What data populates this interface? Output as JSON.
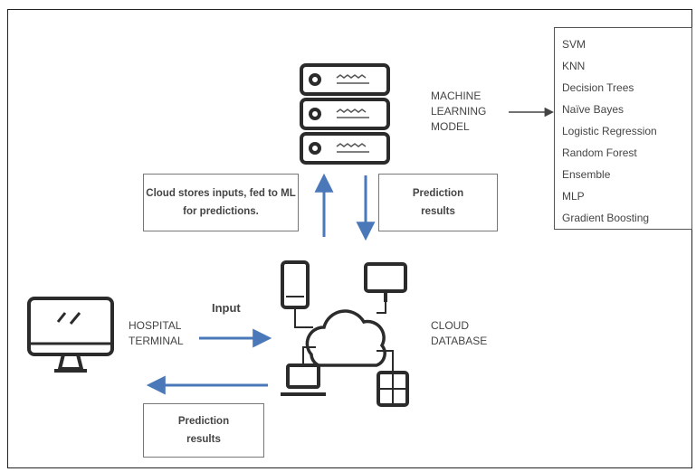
{
  "ml_model": {
    "label_lines": [
      "MACHINE",
      "LEARNING",
      "MODEL"
    ]
  },
  "algorithms": [
    "SVM",
    "KNN",
    "Decision Trees",
    "Naïve Bayes",
    "Logistic Regression",
    "Random Forest",
    "Ensemble",
    "MLP",
    "Gradient Boosting"
  ],
  "cloud_note": "Cloud stores inputs, fed to ML for predictions.",
  "prediction_top": "Prediction results",
  "prediction_bottom": "Prediction results",
  "input_label": "Input",
  "hospital": {
    "label_lines": [
      "HOSPITAL",
      "TERMINAL"
    ]
  },
  "cloud_db": {
    "label_lines": [
      "CLOUD",
      "DATABASE"
    ]
  },
  "colors": {
    "arrow": "#4a78b8",
    "icon": "#2b2b2b",
    "border": "#777777"
  }
}
